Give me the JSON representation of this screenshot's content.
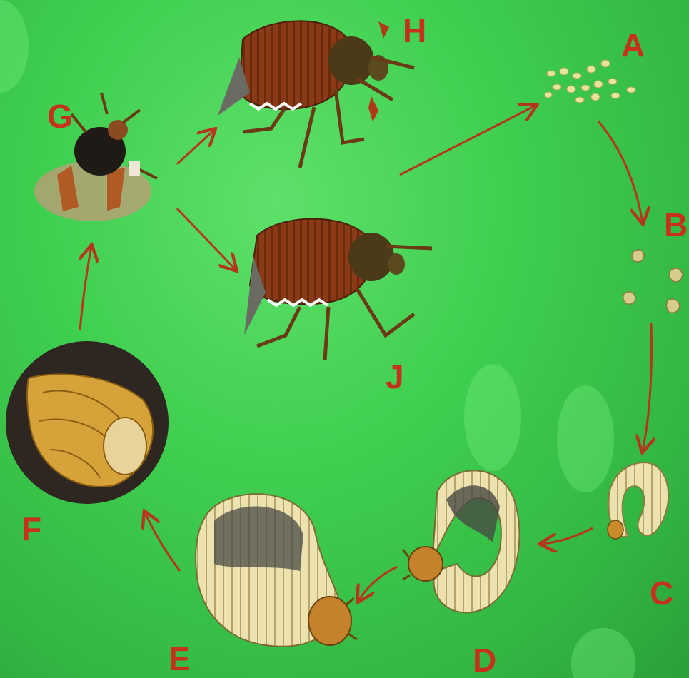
{
  "diagram": {
    "stage_labels": {
      "a": "A",
      "b": "B",
      "c": "C",
      "d": "D",
      "e": "E",
      "f": "F",
      "g": "G",
      "h": "H",
      "j": "J"
    },
    "colors": {
      "background": "#3fcf4f",
      "label": "#c8301e",
      "arrow": "#b5361e",
      "beetle_shell": "#8a3a16",
      "larva": "#e8dca0",
      "egg": "#e8e4a0"
    },
    "icons": {
      "a": "eggs-icon",
      "b": "hatchlings-icon",
      "c": "small-larva-icon",
      "d": "medium-larva-icon",
      "e": "large-larva-icon",
      "f": "pupa-icon",
      "g": "emerging-beetle-icon",
      "h": "adult-beetle-icon",
      "j": "adult-beetle-icon"
    }
  }
}
